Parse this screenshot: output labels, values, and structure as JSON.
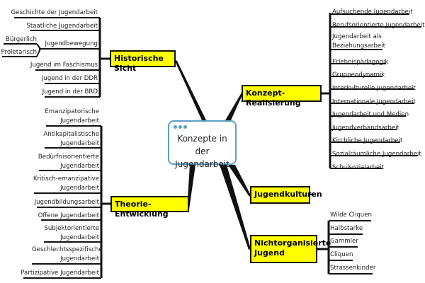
{
  "center": {
    "line1": "Konzepte in der",
    "line2": "Jugendarbeit",
    "icon": "three-dots-icon"
  },
  "colors": {
    "topic_fill": "#ffff00",
    "center_border": "#5b9fc8"
  },
  "topics": {
    "historisch": {
      "label": "Historische Sicht",
      "items": [
        "Geschichte der Jugendarbeit",
        "Staatliche Jugendarbeit",
        "Jugendbewegung",
        "Jugend im Faschismus",
        "Jugend in der DDR",
        "Jugend in der BRD"
      ],
      "subitems": [
        "Bürgerlich",
        "Proletarisch"
      ]
    },
    "theorie": {
      "label": "Theorie-Entwicklung",
      "items": [
        "Emanzipatorische Jugendarbeit",
        "Antikapitalistische Jugendarbeit",
        "Bedürfnisorientierte Jugendarbeit",
        "Kritisch-emanzipative Jugendarbeit",
        "Jugendbildungsarbeit",
        "Offene Jugendarbeit",
        "Subjektorientierte Jugendarbeit",
        "Geschlechtsspezifische Jugendarbeit",
        "Partizipative Jugendarbeit"
      ]
    },
    "konzept": {
      "label": "Konzept-Realisierung",
      "items": [
        "Aufsuchende Jugendarbeit",
        "Berufsorientierte Jugendarbeit",
        "Jugendarbeit als Beziehungsarbeit",
        "Erlebnispädagogik",
        "Gruppendynamik",
        "Interkulturelle Jugendarbeit",
        "Internationale Jugendarbeit",
        "Jugendarbeit und Medien",
        "Jugendverbandsarbeit",
        "Kirchliche Jugendarbeit",
        "Sozialräumliche Jugendarbeit",
        "Schulsozialarbeit"
      ]
    },
    "kulturen": {
      "label": "Jugendkulturen"
    },
    "nicht": {
      "label": "Nichtorganisierte Jugend",
      "items": [
        "Wilde Cliquen",
        "Halbstarke",
        "Gammler",
        "Cliquen",
        "Strassenkinder"
      ]
    }
  }
}
